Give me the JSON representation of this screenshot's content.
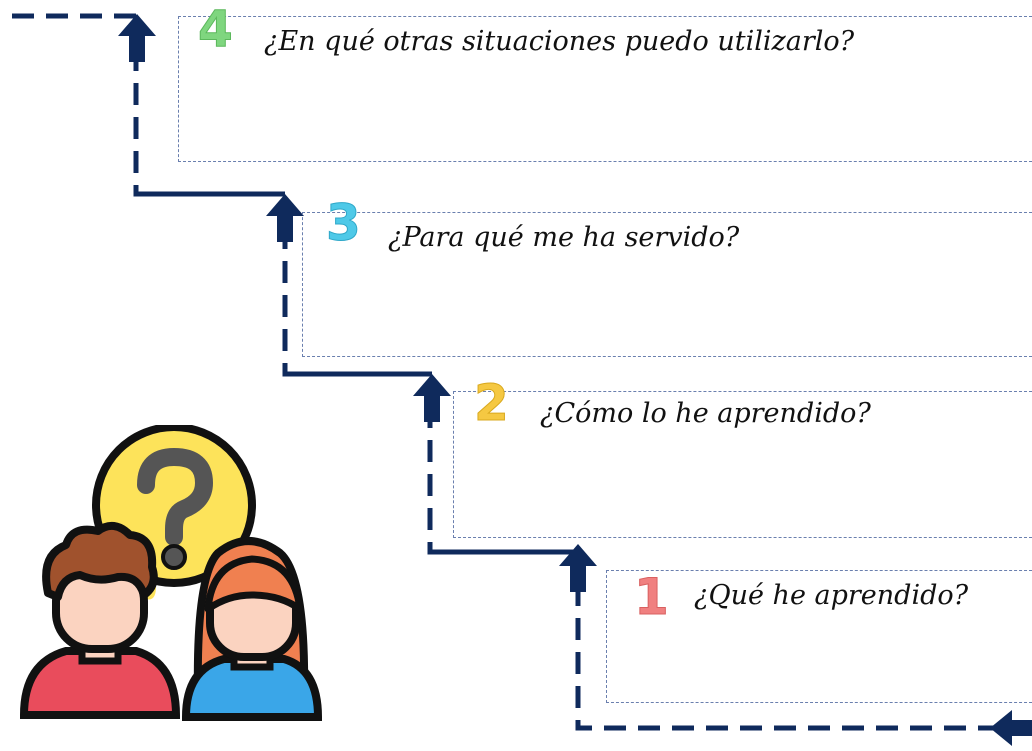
{
  "steps": [
    {
      "number": "1",
      "question": "¿Qué he aprendido?",
      "color": "#f08080"
    },
    {
      "number": "2",
      "question": "¿Cómo lo he aprendido?",
      "color": "#f5c842"
    },
    {
      "number": "3",
      "question": "¿Para qué me ha servido?",
      "color": "#4ec9e8"
    },
    {
      "number": "4",
      "question": "¿En qué otras situaciones puedo utilizarlo?",
      "color": "#7fd67f"
    }
  ],
  "colors": {
    "path": "#0f2a5c",
    "box_border": "#6a7fae"
  },
  "icons": {
    "people": "people-question-icon",
    "arrow": "arrow-up-icon"
  }
}
